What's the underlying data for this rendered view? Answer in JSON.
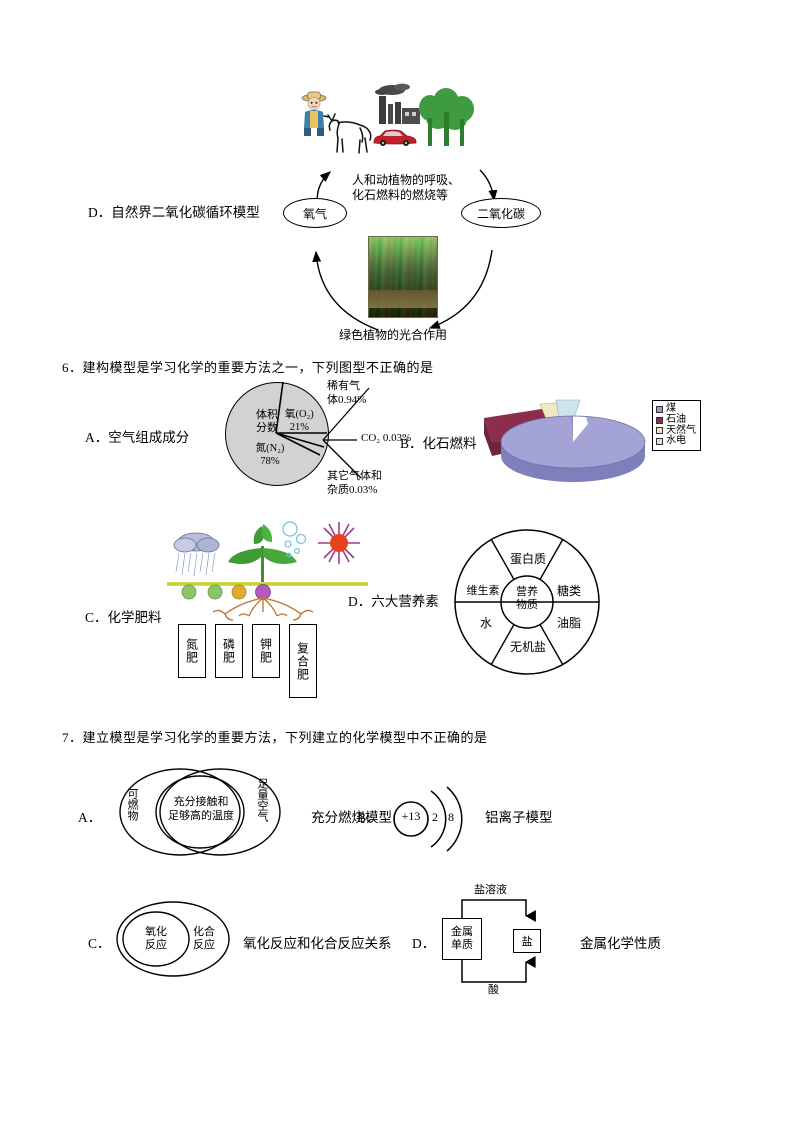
{
  "document": {
    "language": "zh-CN",
    "subject": "chemistry-exam-worksheet"
  },
  "carbon_cycle": {
    "option_label": "D．自然界二氧化碳循环模型",
    "node_oxygen": "氧气",
    "node_co2": "二氧化碳",
    "process_top_line1": "人和动植物的呼吸、",
    "process_top_line2": "化石燃料的燃烧等",
    "process_bottom": "绿色植物的光合作用",
    "icons": {
      "farmer": "farmer-icon",
      "deer": "deer-icon",
      "factory": "factory-icon",
      "car": "car-icon",
      "trees": "trees-icon",
      "forest_photo": "forest-photo"
    }
  },
  "question6": {
    "number": "6．",
    "stem": "建构模型是学习化学的重要方法之一，下列图型不正确的是",
    "optionA": {
      "label": "A．空气组成成分",
      "center_line1": "体积",
      "center_line2": "分数",
      "slices": [
        {
          "name": "氮(N₂)",
          "pct": "78%"
        },
        {
          "name": "氧(O₂)",
          "pct": "21%"
        }
      ],
      "callouts": [
        {
          "line1": "稀有气",
          "line2": "体0.94%"
        },
        {
          "line1": "CO₂ 0.03%",
          "line2": ""
        },
        {
          "line1": "其它气体和",
          "line2": "杂质0.03%"
        }
      ]
    },
    "optionB": {
      "label": "B．化石燃料",
      "legend": [
        {
          "name": "煤",
          "color": "#9a9ad0"
        },
        {
          "name": "石油",
          "color": "#8c2d4e"
        },
        {
          "name": "天然气",
          "color": "#efe9c2"
        },
        {
          "name": "水电",
          "color": "#cfe3ec"
        }
      ]
    },
    "optionC": {
      "label": "C．化学肥料",
      "boxes": [
        {
          "line1": "氮",
          "line2": "肥"
        },
        {
          "line1": "磷",
          "line2": "肥"
        },
        {
          "line1": "钾",
          "line2": "肥"
        },
        {
          "line1": "复",
          "line2": "合",
          "line3": "肥"
        }
      ],
      "icons": {
        "cloud": "rain-cloud-icon",
        "plant": "plant-icon",
        "sun": "sun-icon",
        "soil": "soil-line",
        "roots": "roots-icon"
      }
    },
    "optionD": {
      "label": "D．六大营养素",
      "center_line1": "营养",
      "center_line2": "物质",
      "sectors": [
        "蛋白质",
        "糖类",
        "油脂",
        "无机盐",
        "水",
        "维生素"
      ]
    }
  },
  "question7": {
    "number": "7．",
    "stem": "建立模型是学习化学的重要方法，下列建立的化学模型中不正确的是",
    "optionA": {
      "marker": "A．",
      "left_label": "可燃物",
      "center_line1": "充分接触和",
      "center_line2": "足够高的温度",
      "right_label": "足量空气",
      "caption": "充分燃烧模型"
    },
    "optionB": {
      "marker": "B．",
      "nucleus": "+13",
      "shells": [
        "2",
        "8"
      ],
      "caption": "铝离子模型"
    },
    "optionC": {
      "marker": "C．",
      "inner_line1": "氧化",
      "inner_line2": "反应",
      "outer_line1": "化合",
      "outer_line2": "反应",
      "caption": "氧化反应和化合反应关系"
    },
    "optionD": {
      "marker": "D．",
      "box_metal_line1": "金属",
      "box_metal_line2": "单质",
      "box_salt": "盐",
      "arrow_top_label": "盐溶液",
      "arrow_bottom_label": "酸",
      "caption": "金属化学性质"
    }
  }
}
